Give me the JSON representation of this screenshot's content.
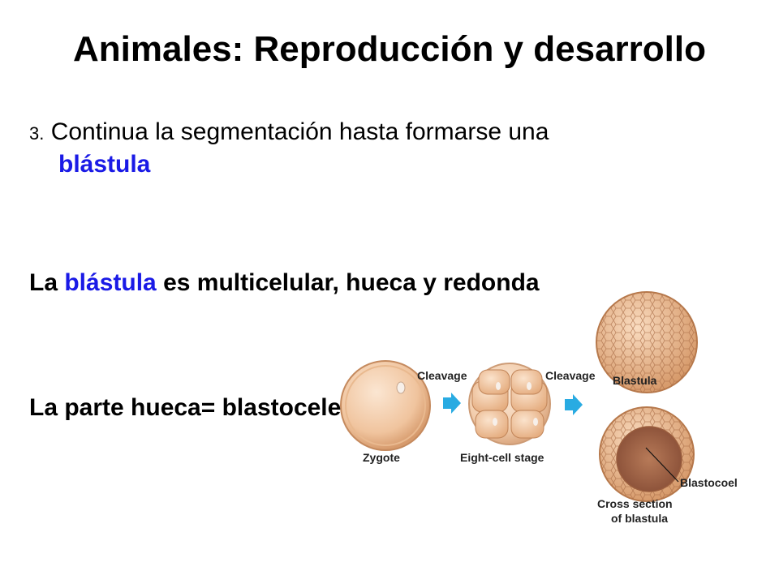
{
  "slide": {
    "title": "Animales: Reproducción y desarrollo",
    "point3": {
      "number": "3.",
      "text": "Continua la segmentación hasta formarse una",
      "highlight": "blástula"
    },
    "line_blastula": {
      "prefix": "La",
      "highlight": "blástula",
      "suffix": "es multicelular, hueca y redonda"
    },
    "line_hueca": "La parte hueca= blastocele",
    "colors": {
      "accent": "#1a1ae6",
      "arrow": "#29abe2",
      "cell": "#f2c7a0",
      "cell_dark": "#c98f64"
    }
  },
  "diagram": {
    "zygote": "Zygote",
    "cleavage_1": "Cleavage",
    "eight_cell": "Eight-cell stage",
    "cleavage_2": "Cleavage",
    "blastula": "Blastula",
    "blastocoel": "Blastocoel",
    "cross_section_1": "Cross section",
    "cross_section_2": "of blastula"
  }
}
